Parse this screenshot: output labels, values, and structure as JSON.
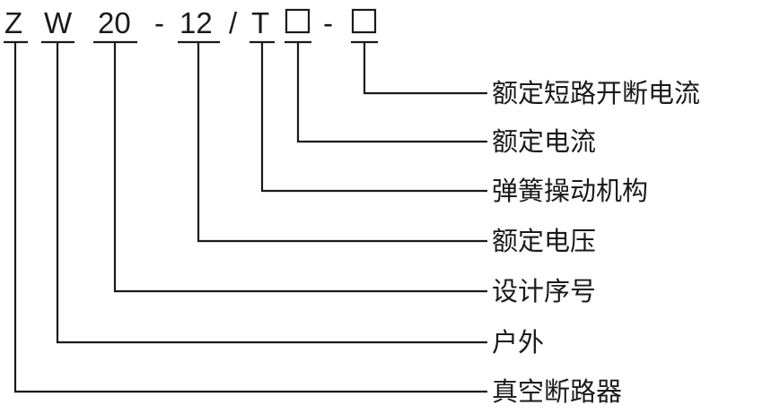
{
  "model_code": {
    "Z": "Z",
    "W": "W",
    "design_no": "20",
    "dash1": "-",
    "voltage": "12",
    "slash": "/",
    "T": "T",
    "dash2": "-"
  },
  "labels": {
    "short_circuit_breaking_current": "额定短路开断电流",
    "rated_current": "额定电流",
    "spring_mechanism": "弹簧操动机构",
    "rated_voltage": "额定电压",
    "design_serial": "设计序号",
    "outdoor": "户外",
    "vacuum_breaker": "真空断路器"
  },
  "colors": {
    "ink": "#1a1a1a",
    "background": "#ffffff"
  }
}
